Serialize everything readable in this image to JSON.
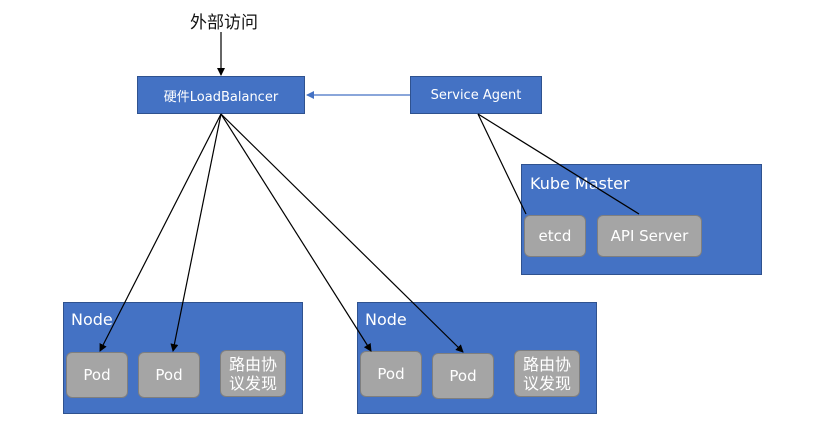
{
  "external_access": "外部访问",
  "load_balancer": "硬件LoadBalancer",
  "service_agent": "Service Agent",
  "kube_master": {
    "title": "Kube Master",
    "etcd": "etcd",
    "api_server": "API Server"
  },
  "nodes": [
    {
      "title": "Node",
      "pod_a": "Pod",
      "pod_b": "Pod",
      "routing_line1": "路由协",
      "routing_line2": "议发现"
    },
    {
      "title": "Node",
      "pod_a": "Pod",
      "pod_b": "Pod",
      "routing_line1": "路由协",
      "routing_line2": "议发现"
    }
  ],
  "colors": {
    "box_fill": "#4472c4",
    "box_border": "#2f528f",
    "component_fill": "#a5a5a5",
    "arrow": "#000000",
    "agent_arrow": "#4472c4"
  }
}
